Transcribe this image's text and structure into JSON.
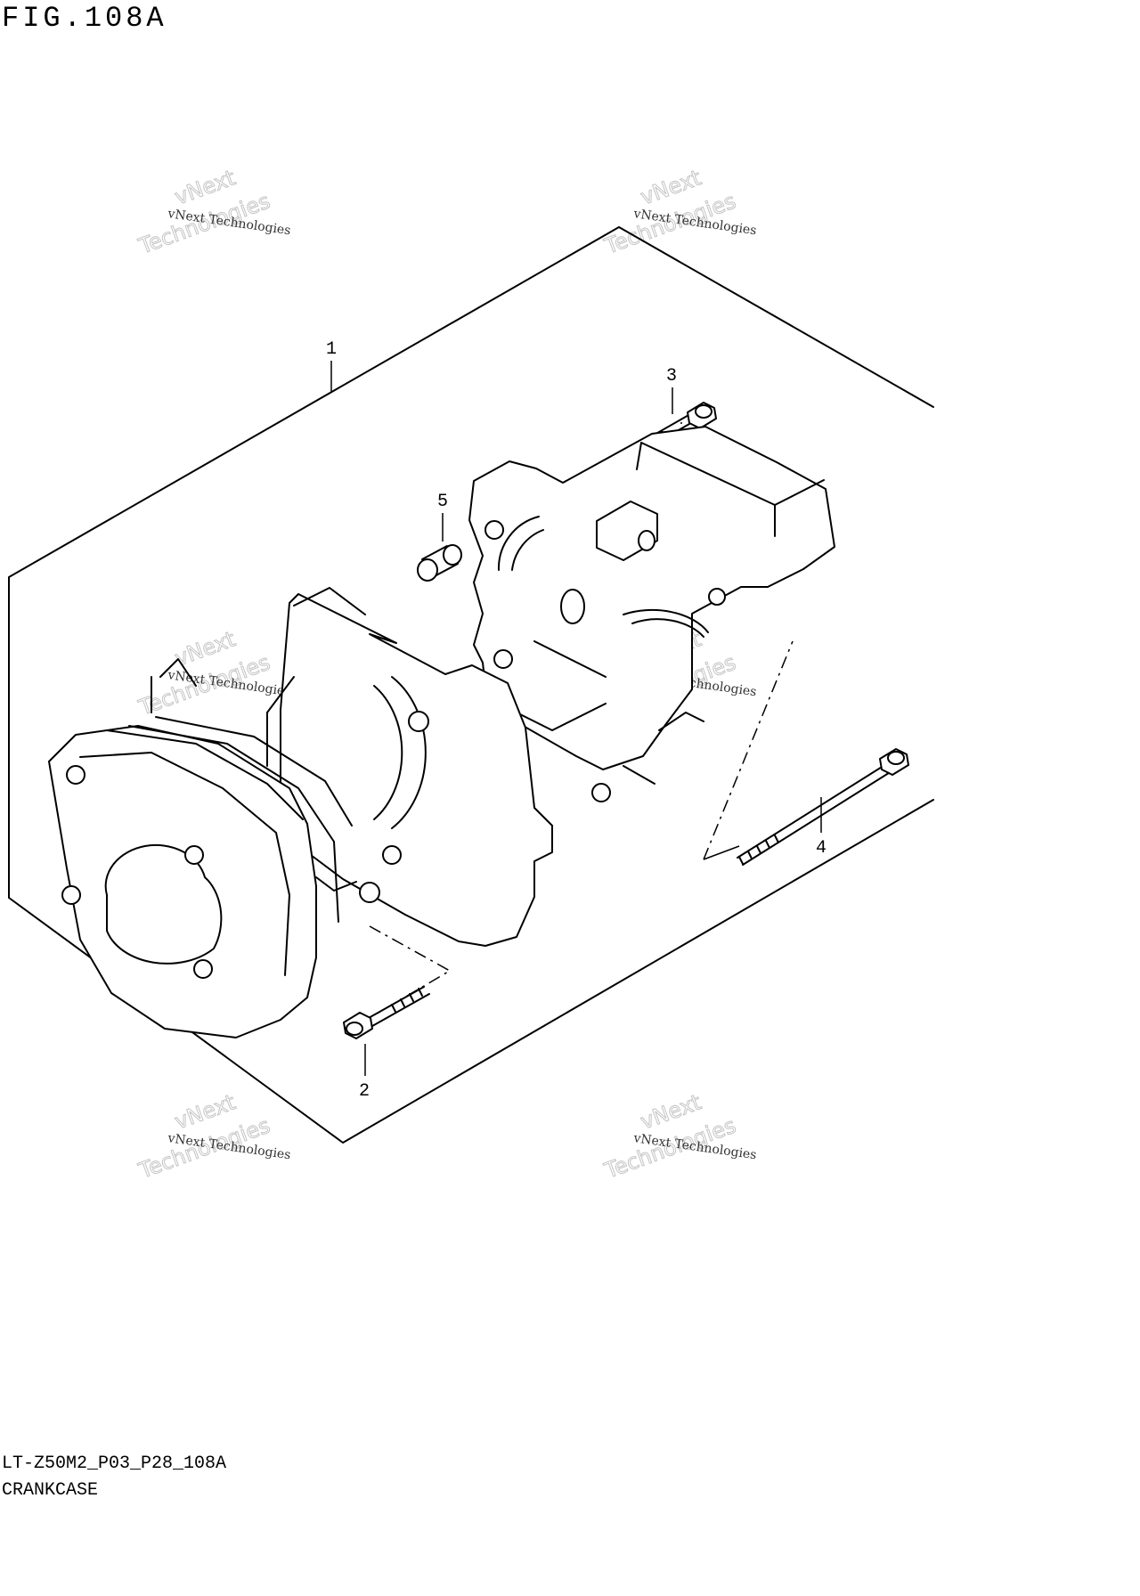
{
  "figure": {
    "title": "FIG.108A",
    "code": "LT-Z50M2_P03_P28_108A",
    "name": "CRANKCASE"
  },
  "callouts": {
    "c1": "1",
    "c2": "2",
    "c3": "3",
    "c4": "4",
    "c5": "5"
  },
  "watermark": {
    "brand": "vNext",
    "company": "vNext Technologies",
    "word": "Technologies"
  }
}
